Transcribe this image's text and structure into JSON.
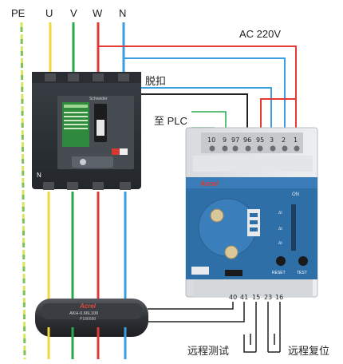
{
  "phase_labels": {
    "pe": "PE",
    "u": "U",
    "v": "V",
    "w": "W",
    "n": "N"
  },
  "annotations": {
    "ac_supply": "AC 220V",
    "trip": "脱扣",
    "to_plc": "至 PLC",
    "remote_test": "远程测试",
    "remote_reset": "远程复位"
  },
  "relay": {
    "brand": "Acrel",
    "top_terminals": [
      "10",
      "9",
      "97",
      "96",
      "95",
      "3",
      "2",
      "1"
    ],
    "bottom_terminals": [
      "40",
      "41",
      "15",
      "23",
      "16"
    ],
    "reset_label": "RESET",
    "test_label": "TEST",
    "on_label": "ON"
  },
  "breaker": {
    "brand": "Schneider",
    "n_mark": "N"
  },
  "ct": {
    "brand": "Acrel",
    "model": "AKH-0.66L100",
    "code": "P186688"
  },
  "colors": {
    "pe": "#d7e65a",
    "u": "#f3d63a",
    "v": "#2aa84a",
    "w": "#e23a35",
    "n": "#3a9ee0",
    "black_wire": "#222222",
    "relay_blue": "#2f6fa8"
  }
}
